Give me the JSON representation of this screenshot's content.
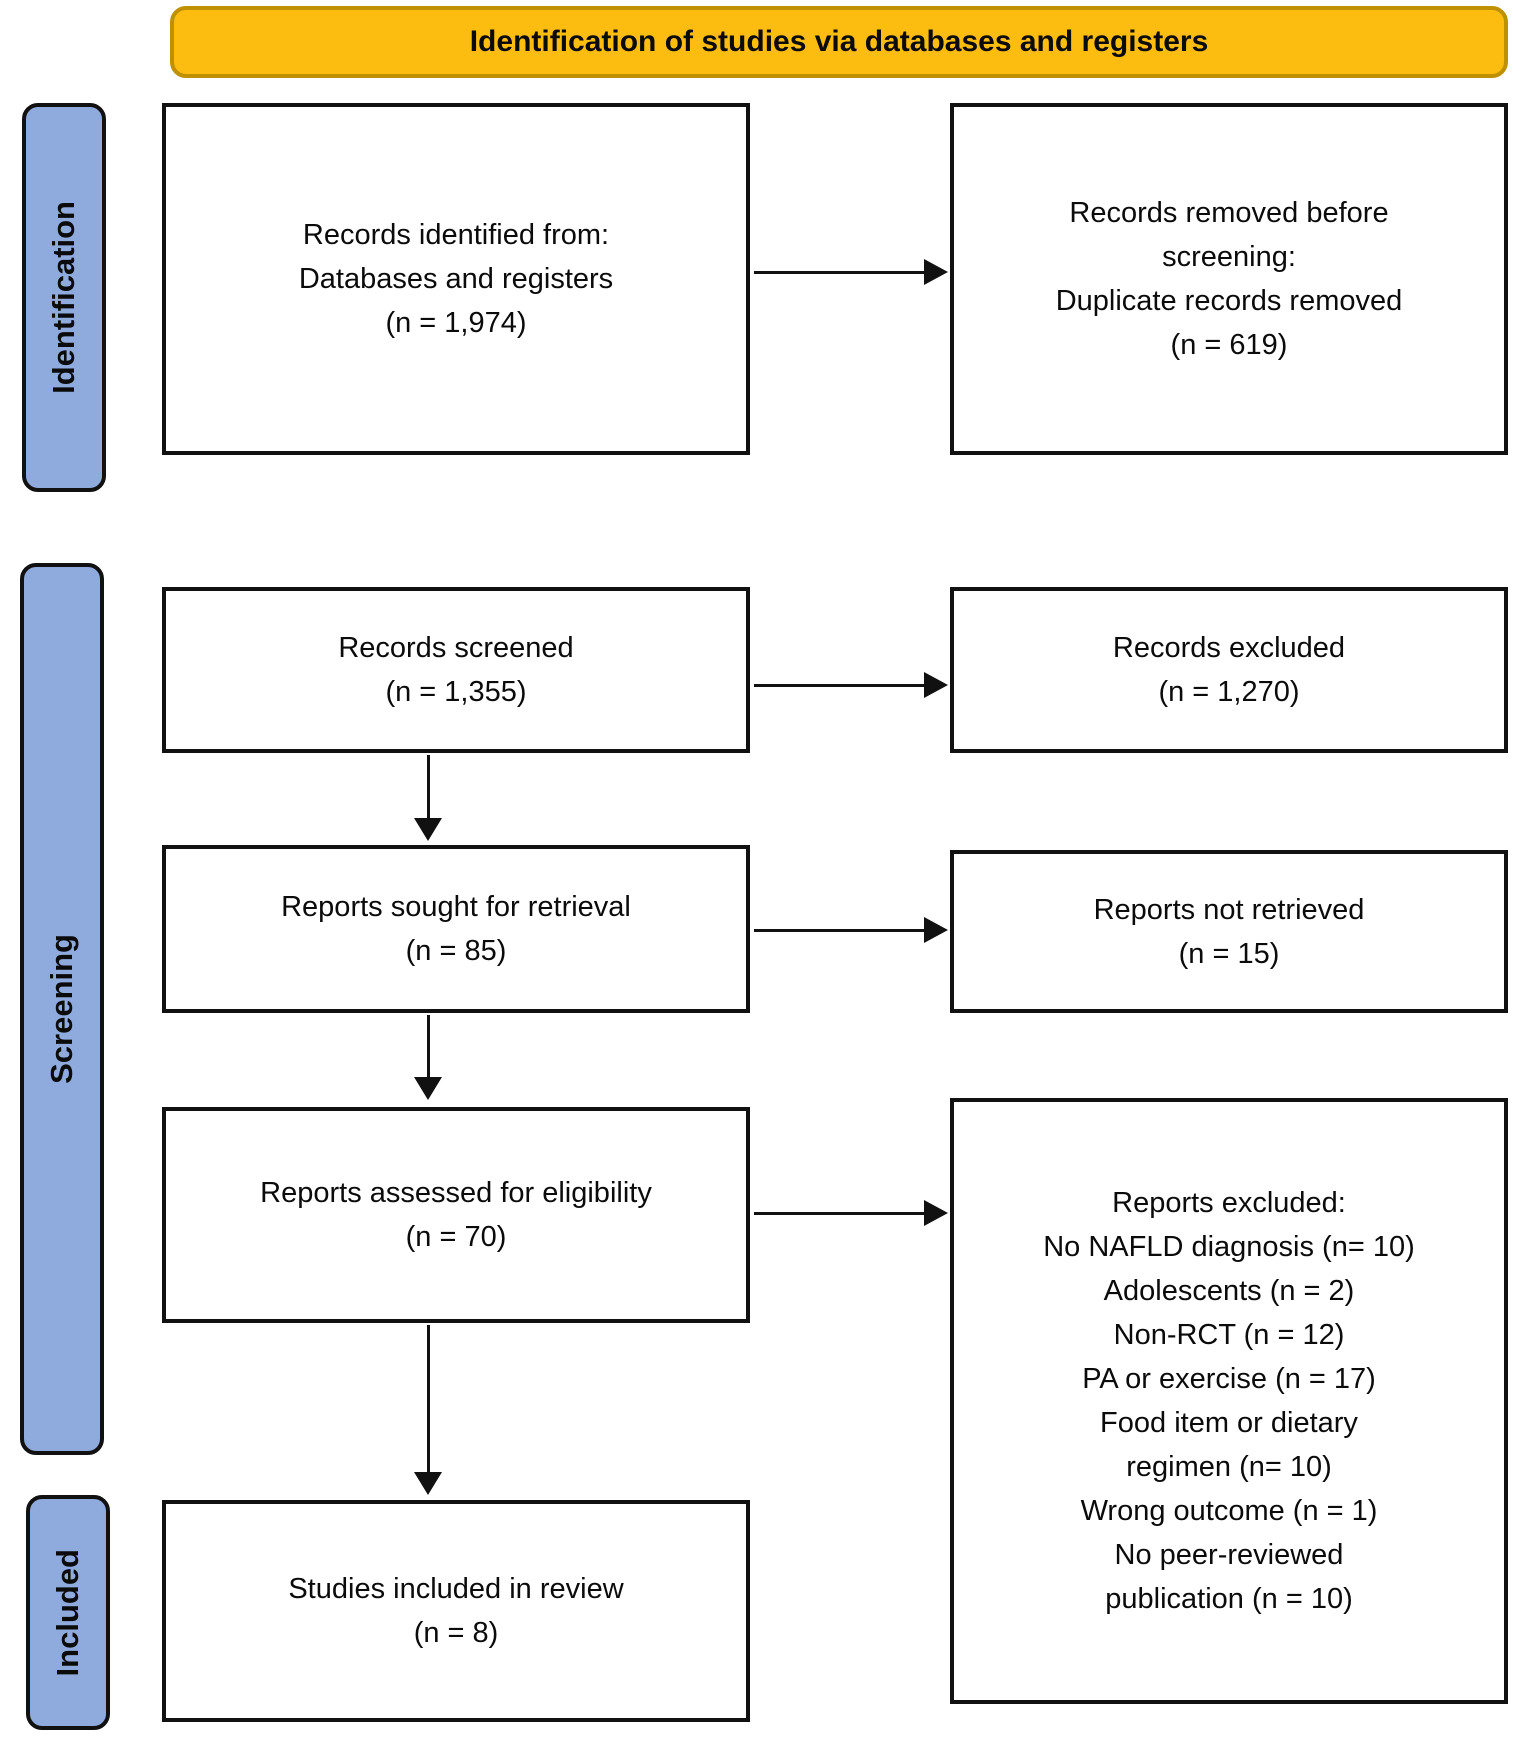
{
  "banner": {
    "label": "Identification of studies via databases and registers"
  },
  "colors": {
    "banner_fill": "#FCBD10",
    "banner_border": "#BF9000",
    "stage_fill": "#8FAADC",
    "box_border": "#111111",
    "arrow": "#111111"
  },
  "sidebar": {
    "stages": [
      {
        "label": "Identification"
      },
      {
        "label": "Screening"
      },
      {
        "label": "Included"
      }
    ]
  },
  "flow": {
    "left_boxes": [
      {
        "lines": [
          "Records identified from:",
          "Databases and registers",
          "(n = 1,974)"
        ]
      },
      {
        "lines": [
          "Records screened",
          "(n = 1,355)"
        ]
      },
      {
        "lines": [
          "Reports sought for retrieval",
          "(n = 85)"
        ]
      },
      {
        "lines": [
          "Reports assessed for eligibility",
          "(n = 70)"
        ]
      },
      {
        "lines": [
          "Studies included in review",
          "(n = 8)"
        ]
      }
    ],
    "right_boxes": [
      {
        "lines": [
          "Records removed before",
          "screening:",
          "Duplicate records removed",
          "(n = 619)"
        ]
      },
      {
        "lines": [
          "Records excluded",
          "(n = 1,270)"
        ]
      },
      {
        "lines": [
          "Reports not retrieved",
          "(n = 15)"
        ]
      },
      {
        "lines": [
          "Reports excluded:",
          "No NAFLD diagnosis (n= 10)",
          "Adolescents (n = 2)",
          "Non-RCT (n = 12)",
          "PA or exercise  (n = 17)",
          "Food item or dietary",
          "regimen (n= 10)",
          "Wrong outcome (n = 1)",
          "No peer-reviewed",
          "publication (n = 10)"
        ]
      }
    ]
  }
}
